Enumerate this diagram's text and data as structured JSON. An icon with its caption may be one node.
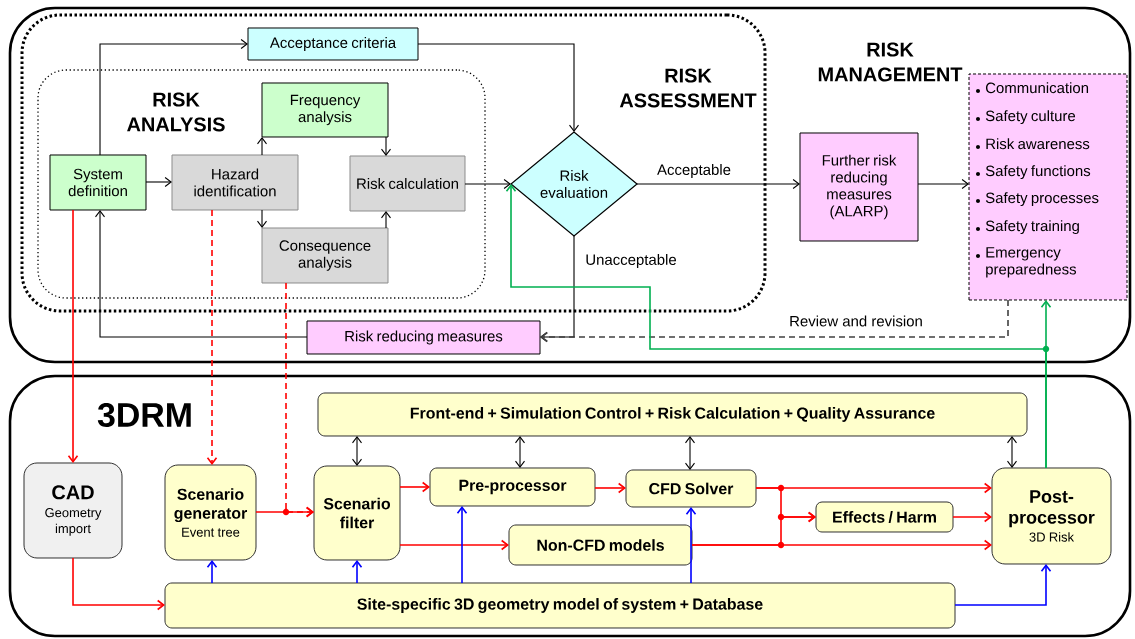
{
  "diagram": {
    "nodes": [
      {
        "text": [
          "RISK MANAGEMENT"
        ]
      },
      {
        "text": [
          "RISK ASSESSMENT"
        ],
        "in": 0
      },
      {
        "text": [
          "RISK ANALYSIS"
        ],
        "in": 1
      },
      {
        "text": [
          "System definition"
        ],
        "in": 2
      },
      {
        "text": [
          "Hazard identification"
        ],
        "in": 2
      },
      {
        "text": [
          "Frequency analysis"
        ],
        "in": 2
      },
      {
        "text": [
          "Risk calculation"
        ],
        "in": 2
      },
      {
        "text": [
          "Consequence analysis"
        ],
        "in": 2
      },
      {
        "text": [
          "Acceptance criteria"
        ],
        "in": 1
      },
      {
        "text": [
          "Risk evaluation"
        ],
        "in": 1
      },
      {
        "text": [
          "Further risk reducing measures (ALARP)"
        ],
        "in": 0
      },
      {
        "text": [
          "Communication",
          "Safety culture",
          "Risk awareness",
          "Safety functions",
          "Safety processes",
          "Safety training",
          "Emergency preparedness"
        ],
        "in": 0
      },
      {
        "text": [
          "Risk reducing measures"
        ],
        "in": 0
      },
      {
        "text": [
          "3DRM"
        ]
      },
      {
        "text": [
          "Front-end + Simulation Control + Risk Calculation + Quality Assurance"
        ],
        "in": 13
      },
      {
        "text": [
          "CAD",
          "Geometry import"
        ],
        "in": 13
      },
      {
        "text": [
          "Scenario generator",
          "Event tree"
        ],
        "in": 13
      },
      {
        "text": [
          "Scenario filter"
        ],
        "in": 13
      },
      {
        "text": [
          "Pre-processor"
        ],
        "in": 13
      },
      {
        "text": [
          "CFD Solver"
        ],
        "in": 13
      },
      {
        "text": [
          "Effects / Harm"
        ],
        "in": 13
      },
      {
        "text": [
          "Non-CFD models"
        ],
        "in": 13
      },
      {
        "text": [
          "Post-processor",
          "3D Risk"
        ],
        "in": 13
      },
      {
        "text": [
          "Site-specific 3D geometry model of system + Database"
        ],
        "in": 13
      }
    ],
    "edges": [
      {
        "from": 3,
        "to": 4,
        "arrow": "to"
      },
      {
        "from": 3,
        "to": 8,
        "arrow": "to"
      },
      {
        "from": 4,
        "to": 5,
        "arrow": "to"
      },
      {
        "from": 4,
        "to": 7,
        "arrow": "to"
      },
      {
        "from": 5,
        "to": 6,
        "arrow": "to"
      },
      {
        "from": 7,
        "to": 6,
        "arrow": "to"
      },
      {
        "from": 6,
        "to": 9,
        "arrow": "to"
      },
      {
        "from": 8,
        "to": 9,
        "arrow": "to"
      },
      {
        "from": 9,
        "to": 10,
        "arrow": "to",
        "label": "Acceptable"
      },
      {
        "from": 10,
        "to": 11,
        "arrow": "to"
      },
      {
        "from": 9,
        "to": 12,
        "arrow": "to",
        "label": "Unacceptable"
      },
      {
        "from": 12,
        "to": 3,
        "arrow": "to"
      },
      {
        "from": 11,
        "to": 12,
        "arrow": "to",
        "label": "Review and revision",
        "style": "dashed",
        "color": "#404040"
      },
      {
        "from": 3,
        "to": 15,
        "arrow": "to",
        "color": "#ff0000"
      },
      {
        "from": 4,
        "to": 16,
        "arrow": "to",
        "style": "dashed",
        "color": "#ff0000"
      },
      {
        "from": 7,
        "to": 17,
        "arrow": "to",
        "style": "dashed",
        "color": "#ff0000"
      },
      {
        "from": 16,
        "to": 17,
        "arrow": "to",
        "color": "#ff0000"
      },
      {
        "from": 15,
        "to": 23,
        "arrow": "to",
        "color": "#ff0000"
      },
      {
        "from": 14,
        "to": 17,
        "arrow": "both"
      },
      {
        "from": 14,
        "to": 18,
        "arrow": "both"
      },
      {
        "from": 14,
        "to": 19,
        "arrow": "both"
      },
      {
        "from": 14,
        "to": 22,
        "arrow": "both"
      },
      {
        "from": 17,
        "to": 18,
        "arrow": "to",
        "color": "#ff0000"
      },
      {
        "from": 17,
        "to": 21,
        "arrow": "to",
        "color": "#ff0000"
      },
      {
        "from": 18,
        "to": 19,
        "arrow": "to",
        "color": "#ff0000"
      },
      {
        "from": 19,
        "to": 22,
        "arrow": "to",
        "color": "#ff0000"
      },
      {
        "from": 19,
        "to": 20,
        "arrow": "to",
        "color": "#ff0000"
      },
      {
        "from": 21,
        "to": 22,
        "arrow": "to",
        "color": "#ff0000"
      },
      {
        "from": 21,
        "to": 20,
        "arrow": "to",
        "color": "#ff0000"
      },
      {
        "from": 20,
        "to": 22,
        "arrow": "to",
        "color": "#ff0000"
      },
      {
        "from": 23,
        "to": 16,
        "arrow": "to",
        "color": "#0000ff"
      },
      {
        "from": 23,
        "to": 17,
        "arrow": "to",
        "color": "#0000ff"
      },
      {
        "from": 23,
        "to": 18,
        "arrow": "to",
        "color": "#0000ff"
      },
      {
        "from": 23,
        "to": 19,
        "arrow": "to",
        "color": "#0000ff"
      },
      {
        "from": 23,
        "to": 22,
        "arrow": "to",
        "color": "#0000ff"
      },
      {
        "from": 22,
        "to": 11,
        "arrow": "to",
        "color": "#00b050"
      },
      {
        "from": 22,
        "to": 9,
        "arrow": "to",
        "color": "#00b050"
      }
    ]
  }
}
